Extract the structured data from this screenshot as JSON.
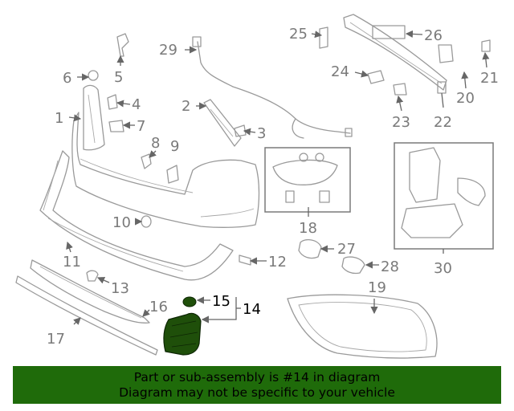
{
  "callouts": {
    "c1": "1",
    "c2": "2",
    "c3": "3",
    "c4": "4",
    "c5": "5",
    "c6": "6",
    "c7": "7",
    "c8": "8",
    "c9": "9",
    "c10": "10",
    "c11": "11",
    "c12": "12",
    "c13": "13",
    "c14": "14",
    "c15": "15",
    "c16": "16",
    "c17": "17",
    "c18": "18",
    "c19": "19",
    "c20": "20",
    "c21": "21",
    "c22": "22",
    "c23": "23",
    "c24": "24",
    "c25": "25",
    "c26": "26",
    "c27": "27",
    "c28": "28",
    "c29": "29",
    "c30": "30"
  },
  "highlighted_part": "14",
  "colors": {
    "banner": "#1f6b0a",
    "highlight_part": "#1f4f0a",
    "line": "#9a9a9a"
  },
  "banner": {
    "line1": "Part or sub-assembly is #14 in diagram",
    "line2": "Diagram may not be specific to your vehicle"
  }
}
